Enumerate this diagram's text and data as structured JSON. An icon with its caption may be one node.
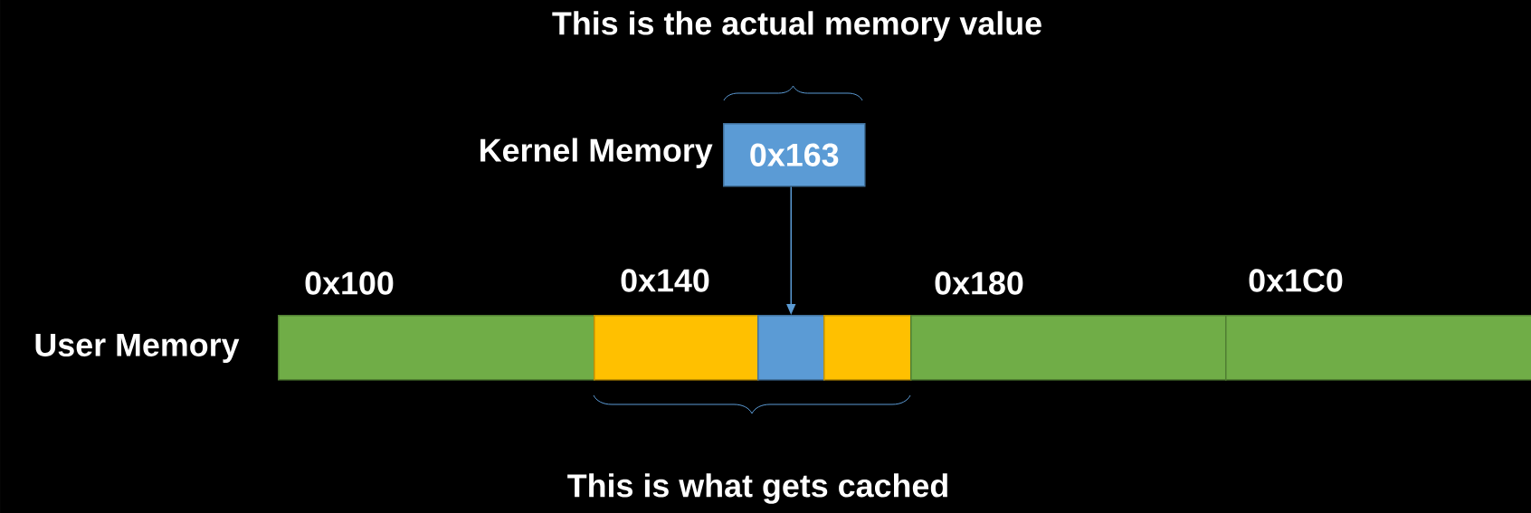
{
  "diagram": {
    "nodes": [
      {
        "text": [
          "0x163"
        ],
        "beside": [
          "Kernel Memory"
        ]
      },
      {
        "text": [],
        "shape": "bar"
      },
      {
        "text": [],
        "shape": "bar"
      },
      {
        "text": [],
        "shape": "bar"
      },
      {
        "text": [],
        "shape": "bar"
      },
      {
        "text": [],
        "shape": "bar"
      },
      {
        "text": [],
        "shape": "bar"
      }
    ],
    "edges": [
      {
        "from": 0,
        "to": 3,
        "arrow": "to",
        "color": "#5b9bd5"
      }
    ],
    "labels": [
      "This is the actual memory value",
      "0x100",
      "0x140",
      "0x180",
      "0x1C0",
      "User Memory",
      "This is what gets cached"
    ]
  }
}
